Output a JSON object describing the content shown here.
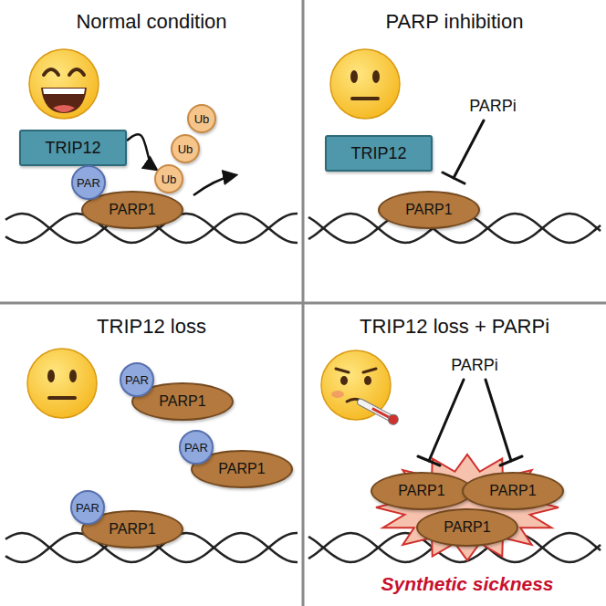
{
  "diagram": {
    "nodes": [
      {
        "text": [
          "TRIP12"
        ]
      },
      {
        "text": [
          "PAR"
        ]
      },
      {
        "text": [
          "PARP1"
        ]
      },
      {
        "text": [
          "Ub"
        ]
      },
      {
        "text": [
          "Ub"
        ]
      },
      {
        "text": [
          "Ub"
        ]
      },
      {
        "text": [
          "TRIP12"
        ]
      },
      {
        "text": [
          "PARP1"
        ]
      },
      {
        "text": [
          "PAR"
        ]
      },
      {
        "text": [
          "PARP1"
        ]
      },
      {
        "text": [
          "PAR"
        ]
      },
      {
        "text": [
          "PARP1"
        ]
      },
      {
        "text": [
          "PAR"
        ]
      },
      {
        "text": [
          "PARP1"
        ]
      },
      {
        "text": [
          "PARP1"
        ]
      },
      {
        "text": [
          "PARP1"
        ]
      },
      {
        "text": [
          "PARP1"
        ]
      }
    ],
    "edges": [
      {
        "from": 0,
        "to": 3,
        "arrow": "to"
      }
    ],
    "labels": [
      "Normal condition",
      "PARP inhibition",
      "TRIP12 loss",
      "TRIP12 loss + PARPi",
      "PARPi",
      "PARPi",
      "Synthetic sickness"
    ]
  }
}
